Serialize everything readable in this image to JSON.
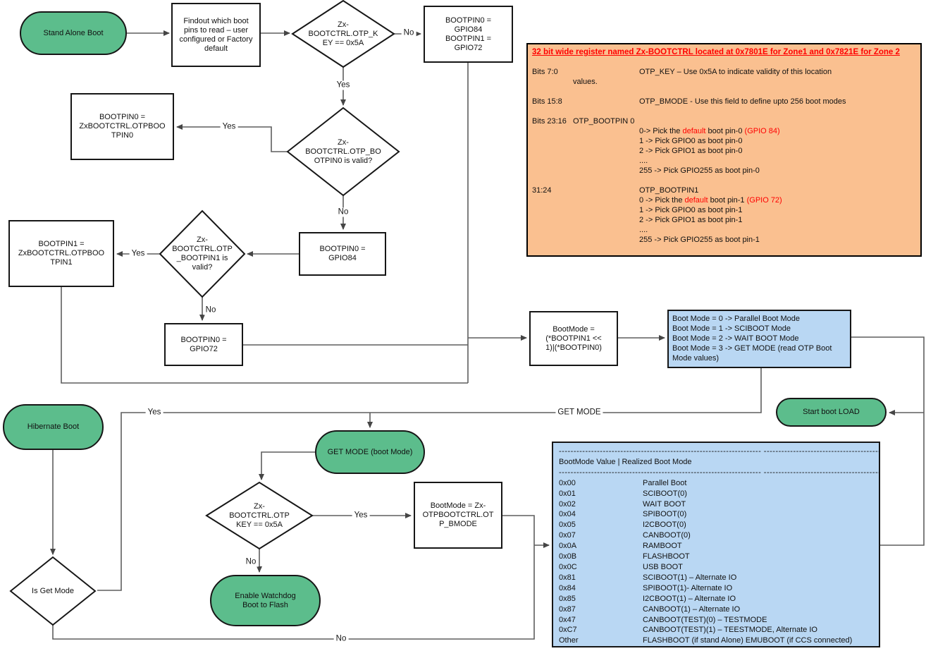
{
  "palette": {
    "green": "#5cbd8c",
    "blue": "#b9d7f3",
    "orange": "#fac090",
    "wire": "#5e5e5e",
    "arrow": "#454545",
    "red": "#ff0000",
    "border": "#161616"
  },
  "nodes": {
    "stand_alone": "Stand Alone Boot",
    "findout": "Findout which boot\npins to read – user\nconfigured or Factory\ndefault",
    "otp_key_top": "Zx-\nBOOTCTRL.OTP_K\nEY == 0x5A",
    "bootpin_defaults": "BOOTPIN0 =\nGPIO84\nBOOTPIN1 =\nGPIO72",
    "bootpin0_otp": "BOOTPIN0 =\nZxBOOTCTRL.OTPBOO\nTPIN0",
    "otp_bootpin0_valid": "Zx-\nBOOTCTRL.OTP_BO\nOTPIN0 is valid?",
    "bootpin1_otp": "BOOTPIN1 =\nZxBOOTCTRL.OTPBOO\nTPIN1",
    "otp_bootpin1_valid": "Zx-\nBOOTCTRL.OTP\n_BOOTPIN1 is\nvalid?",
    "bootpin0_gpio84": "BOOTPIN0 =\nGPIO84",
    "bootpin0_gpio72": "BOOTPIN0 =\nGPIO72",
    "bootmode_calc": "BootMode =\n(*BOOTPIN1 <<\n1)|(*BOOTPIN0)",
    "bootmode_values": "Boot Mode = 0   -> Parallel Boot Mode\nBoot Mode = 1  -> SCIBOOT Mode\nBoot Mode = 2 -> WAIT BOOT Mode\nBoot Mode = 3 -> GET MODE (read OTP Boot\nMode values)",
    "start_boot_load": "Start boot LOAD",
    "hibernate": "Hibernate Boot",
    "get_mode": "GET MODE (boot Mode)",
    "otp_key_bottom": "Zx-\nBOOTCTRL.OTP\nKEY == 0x5A",
    "bootmode_otp": "BootMode = Zx-\nOTPBOOTCTRL.OT\nP_BMODE",
    "watchdog": "Enable Watchdog\nBoot to Flash",
    "is_get_mode": "Is Get Mode"
  },
  "edge_labels": {
    "no_top": "No",
    "yes_top": "Yes",
    "yes_pin0": "Yes",
    "no_pin0": "No",
    "yes_pin1": "Yes",
    "no_pin1": "No",
    "yes_getmode": "Yes",
    "get_mode_line": "GET MODE",
    "yes_key": "Yes",
    "no_key": "No",
    "no_bottom": "No"
  },
  "note": {
    "title": "32 bit wide register named Zx-BOOTCTRL located at 0x7801E for Zone1 and 0x7821E for Zone 2",
    "bits70_label": "Bits 7:0",
    "bits70_text": "OTP_KEY – Use 0x5A to indicate validity of this location",
    "bits70_cont": "values.",
    "bits158_label": "Bits 15:8",
    "bits158_text": "OTP_BMODE - Use this field to define upto 256 boot modes",
    "bits2316_label": "Bits 23:16",
    "bits2316_text": "OTP_BOOTPIN 0",
    "pin0_line1_pre": "0-> Pick the ",
    "pin0_line1_red1": "default",
    "pin0_line1_mid": " boot pin-0 ",
    "pin0_line1_red2": "(GPIO 84)",
    "pin0_line2": "1 -> Pick GPIO0 as boot pin-0",
    "pin0_line3": "2 -> Pick GPIO1 as boot pin-0",
    "pin0_dots": "....",
    "pin0_line4": "255 -> Pick GPIO255 as boot pin-0",
    "bits3124_label": "31:24",
    "bits3124_text": "OTP_BOOTPIN1",
    "pin1_line1_pre": "0 -> Pick the ",
    "pin1_line1_red1": "default",
    "pin1_line1_mid": " boot pin-1 ",
    "pin1_line1_red2": "(GPIO 72)",
    "pin1_line2": "1 -> Pick GPIO0 as boot pin-1",
    "pin1_line3": "2 -> Pick GPIO1 as boot pin-1",
    "pin1_dots": "....",
    "pin1_line4": "255 -> Pick GPIO255 as boot pin-1"
  },
  "table": {
    "separator": "--------------------------------------------------------------------- --------------------------------------------- -----------------------------",
    "header": "BootMode Value  | Realized Boot Mode",
    "rows": [
      {
        "value": "0x00",
        "mode": "Parallel Boot"
      },
      {
        "value": "0x01",
        "mode": "SCIBOOT(0)"
      },
      {
        "value": "0x02",
        "mode": "WAIT BOOT"
      },
      {
        "value": "0x04",
        "mode": "SPIBOOT(0)"
      },
      {
        "value": "0x05",
        "mode": "I2CBOOT(0)"
      },
      {
        "value": "0x07",
        "mode": "CANBOOT(0)"
      },
      {
        "value": "0x0A",
        "mode": "RAMBOOT"
      },
      {
        "value": "0x0B",
        "mode": "FLASHBOOT"
      },
      {
        "value": "0x0C",
        "mode": "USB BOOT"
      },
      {
        "value": "0x81",
        "mode": "SCIBOOT(1) – Alternate IO"
      },
      {
        "value": "0x84",
        "mode": "SPIBOOT(1)- Alternate IO"
      },
      {
        "value": "0x85",
        "mode": "I2CBOOT(1) – Alternate IO"
      },
      {
        "value": "0x87",
        "mode": "CANBOOT(1) – Alternate IO"
      },
      {
        "value": "0x47",
        "mode": "CANBOOT(TEST)(0) – TESTMODE"
      },
      {
        "value": "0xC7",
        "mode": "CANBOOT(TEST)(1) – TEESTMODE, Alternate IO"
      },
      {
        "value": "Other",
        "mode": "FLASHBOOT (if stand Alone) EMUBOOT (if CCS connected)"
      }
    ]
  }
}
